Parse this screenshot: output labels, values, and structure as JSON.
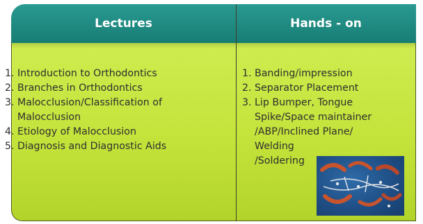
{
  "table": {
    "headers": {
      "lectures": "Lectures",
      "hands_on": "Hands - on"
    },
    "lectures": [
      {
        "num": "1.",
        "lines": [
          "Introduction to Orthodontics"
        ]
      },
      {
        "num": "2.",
        "lines": [
          "Branches in Orthodontics"
        ]
      },
      {
        "num": "3.",
        "lines": [
          "Malocclusion/Classification of",
          "Malocclusion"
        ]
      },
      {
        "num": "4.",
        "lines": [
          "Etiology of Malocclusion"
        ]
      },
      {
        "num": "5.",
        "lines": [
          "Diagnosis and Diagnostic Aids"
        ]
      }
    ],
    "hands_on": [
      {
        "num": "1.",
        "lines": [
          "Banding/impression"
        ]
      },
      {
        "num": "2.",
        "lines": [
          "Separator Placement"
        ]
      },
      {
        "num": "3.",
        "lines": [
          "Lip Bumper, Tongue",
          "Spike/Space maintainer",
          "/ABP/Inclined Plane/",
          "Welding",
          "/Soldering"
        ]
      }
    ]
  },
  "photo": {
    "icon": "orthodontic-appliances-photo",
    "colors": {
      "background": "#1f4f86",
      "appliance": "#c8542e"
    }
  }
}
